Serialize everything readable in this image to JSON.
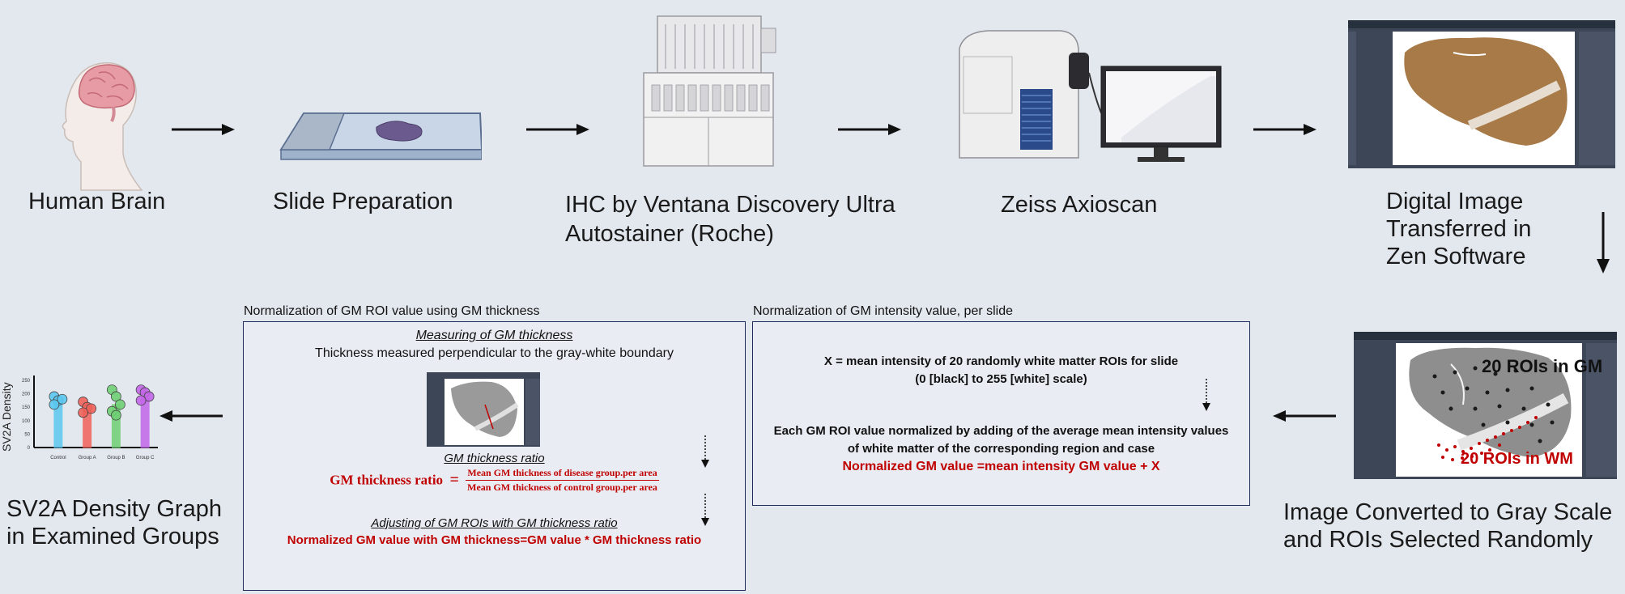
{
  "steps": {
    "human_brain": "Human Brain",
    "slide_prep": "Slide Preparation",
    "ihc_line1": "IHC by Ventana Discovery Ultra",
    "ihc_line2": "Autostainer (Roche)",
    "zeiss": "Zeiss Axioscan",
    "digital_line1": "Digital Image",
    "digital_line2": "Transferred in",
    "digital_line3": "Zen Software",
    "gray_line1": "Image Converted to Gray Scale",
    "gray_line2": "and ROIs Selected Randomly",
    "graph_line1": "SV2A Density Graph",
    "graph_line2": "in Examined Groups"
  },
  "gray_image": {
    "gm_label": "20 ROIs in GM",
    "wm_label": "20 ROIs in WM"
  },
  "box_thickness": {
    "title": "Normalization of GM ROI value using GM thickness",
    "measuring_heading": "Measuring of GM thickness",
    "measuring_text": "Thickness measured perpendicular to the gray-white boundary",
    "ratio_heading": "GM thickness ratio",
    "ratio_lhs": "GM thickness ratio",
    "ratio_eq": "=",
    "ratio_num": "Mean GM thickness of disease group.per area",
    "ratio_den": "Mean GM thickness of control group.per area",
    "adjust_heading": "Adjusting of GM ROIs with GM thickness ratio",
    "adjust_formula": "Normalized GM value with GM thickness=GM value * GM thickness ratio"
  },
  "box_intensity": {
    "title": "Normalization of GM intensity value, per slide",
    "x_line1": "X = mean intensity of 20 randomly white matter ROIs for slide",
    "x_line2": "(0 [black] to 255 [white] scale)",
    "norm_line1": "Each GM ROI value normalized by adding of the average mean intensity values",
    "norm_line2": "of white matter of the corresponding region and case",
    "norm_formula": "Normalized GM value =mean intensity GM value + X"
  },
  "density_chart": {
    "ylabel": "SV2A Density",
    "yticks": [
      "250",
      "200",
      "150",
      "100",
      "50",
      "0"
    ],
    "groups": [
      "Control",
      "Group A",
      "Group B",
      "Group C"
    ]
  },
  "chart_data": {
    "type": "bar",
    "categories": [
      "Control",
      "Group A",
      "Group B",
      "Group C"
    ],
    "ylabel": "SV2A Density",
    "ylim": [
      0,
      250
    ],
    "values": [
      165,
      140,
      160,
      185
    ],
    "points": [
      [
        190,
        175,
        180,
        160
      ],
      [
        170,
        150,
        145,
        130
      ],
      [
        215,
        190,
        160,
        135,
        120
      ],
      [
        215,
        205,
        190,
        175
      ]
    ],
    "colors": [
      "#5bc8f0",
      "#f0625a",
      "#6fcf73",
      "#c266e8"
    ]
  },
  "colors": {
    "background": "#e3e8ef",
    "box_border": "#1f2d5a",
    "accent_red": "#c00000"
  }
}
